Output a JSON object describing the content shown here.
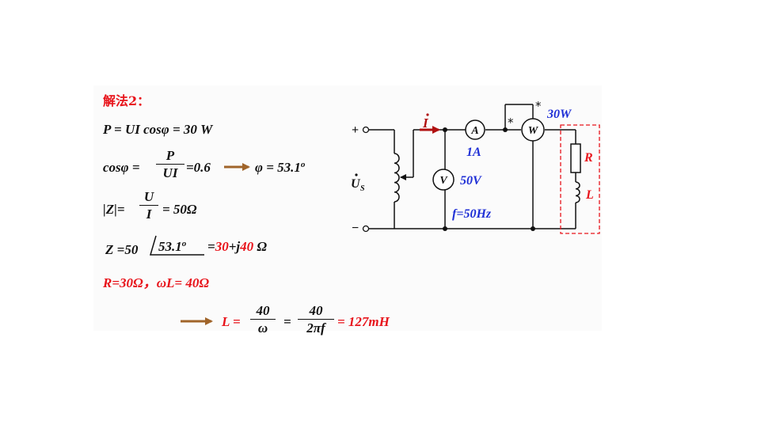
{
  "solution": {
    "heading": "解法2：",
    "line_power": "P = UI cosφ = 30 W",
    "cos_lhs": "cosφ =",
    "cos_num": "P",
    "cos_den": "UI",
    "cos_rhs": "=0.6",
    "phi_result": "φ = 53.1",
    "phi_deg": "o",
    "z_lhs": "|Z|=",
    "z_num": "U",
    "z_den": "I",
    "z_rhs": "= 50Ω",
    "zpolar_lhs": "Z =50",
    "zpolar_angle": "53.1",
    "zpolar_deg": "o",
    "zrect_eq": "=",
    "zrect_re": "30",
    "zrect_plus": "+j",
    "zrect_im": "40",
    "zrect_unit": " Ω",
    "rl_values": "R=30Ω，ωL= 40Ω",
    "l_lhs": "L =",
    "l_num1": "40",
    "l_den1": "ω",
    "l_eq": "=",
    "l_num2": "40",
    "l_den2": "2πf",
    "l_result": "= 127mH"
  },
  "circuit": {
    "terminal_plus": "+",
    "terminal_minus": "−",
    "source_label": "U",
    "source_sub": "S",
    "current_label": "I",
    "ammeter": "A",
    "ammeter_reading": "1A",
    "voltmeter": "V",
    "voltmeter_reading": "50V",
    "wattmeter": "W",
    "wattmeter_reading": "30W",
    "star1": "*",
    "star2": "*",
    "frequency": "f=50Hz",
    "resistor_label": "R",
    "inductor_label": "L"
  },
  "colors": {
    "red": "#e8141b",
    "blue": "#1f2fd6",
    "arrow": "#a0642a",
    "dark_red": "#b01010"
  }
}
